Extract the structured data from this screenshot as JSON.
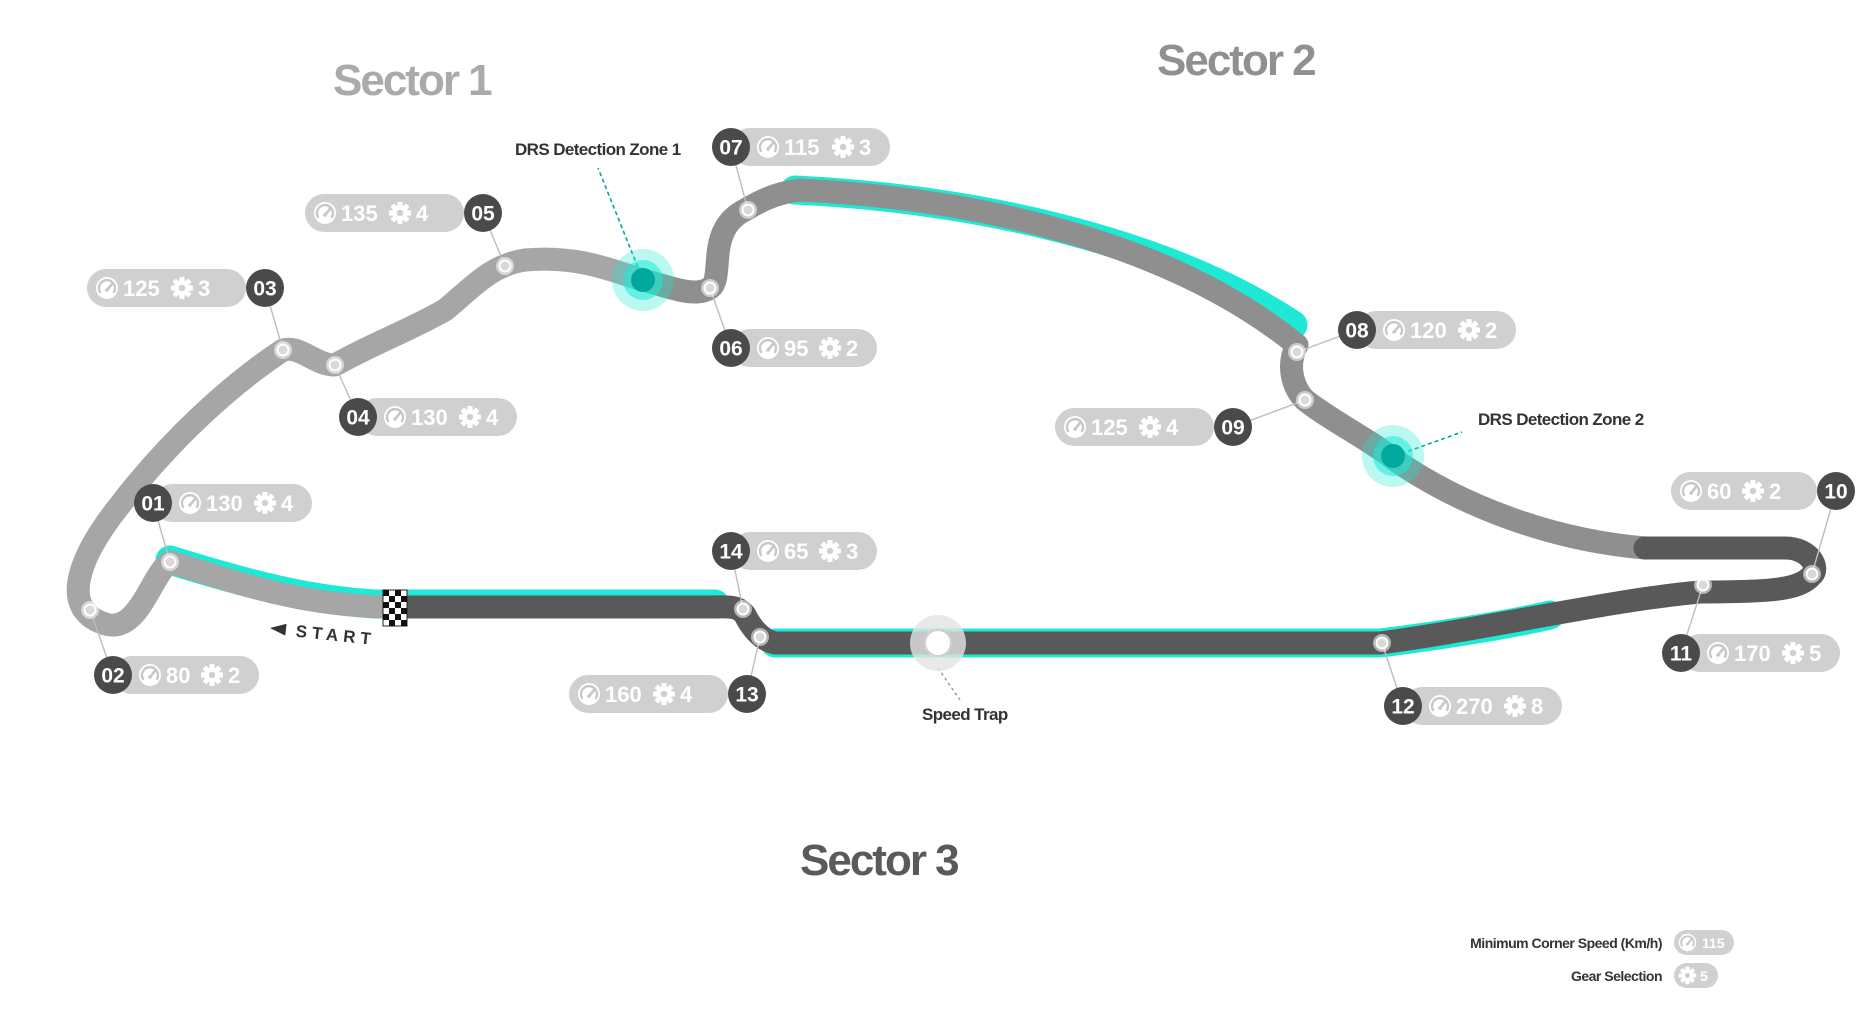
{
  "sectors": [
    {
      "label": "Sector 1",
      "color": "#a6a6a6"
    },
    {
      "label": "Sector 2",
      "color": "#8f8f8f"
    },
    {
      "label": "Sector 3",
      "color": "#595959"
    }
  ],
  "callouts": {
    "drs1": "DRS Detection Zone 1",
    "drs2": "DRS Detection Zone 2",
    "speed_trap": "Speed Trap",
    "start": "START"
  },
  "corners": [
    {
      "number": "01",
      "speed": "130",
      "gear": "4"
    },
    {
      "number": "02",
      "speed": "80",
      "gear": "2"
    },
    {
      "number": "03",
      "speed": "125",
      "gear": "3"
    },
    {
      "number": "04",
      "speed": "130",
      "gear": "4"
    },
    {
      "number": "05",
      "speed": "135",
      "gear": "4"
    },
    {
      "number": "06",
      "speed": "95",
      "gear": "2"
    },
    {
      "number": "07",
      "speed": "115",
      "gear": "3"
    },
    {
      "number": "08",
      "speed": "120",
      "gear": "2"
    },
    {
      "number": "09",
      "speed": "125",
      "gear": "4"
    },
    {
      "number": "10",
      "speed": "60",
      "gear": "2"
    },
    {
      "number": "11",
      "speed": "170",
      "gear": "5"
    },
    {
      "number": "12",
      "speed": "270",
      "gear": "8"
    },
    {
      "number": "13",
      "speed": "160",
      "gear": "4"
    },
    {
      "number": "14",
      "speed": "65",
      "gear": "3"
    }
  ],
  "legend": {
    "speed_label": "Minimum Corner Speed (Km/h)",
    "speed_example": "115",
    "gear_label": "Gear Selection",
    "gear_example": "5"
  },
  "icons": {
    "speed": "speedometer-icon",
    "gear": "gear-icon",
    "flag": "checkered-flag-icon",
    "arrow": "start-arrow-icon"
  },
  "colors": {
    "drs_zone": "#1de9d5",
    "drs_marker": "#00a99d",
    "sector1": "#a6a6a6",
    "sector2": "#8f8f8f",
    "sector3": "#595959",
    "pill": "#d0d0d0",
    "number_badge": "#4a4a4a"
  }
}
